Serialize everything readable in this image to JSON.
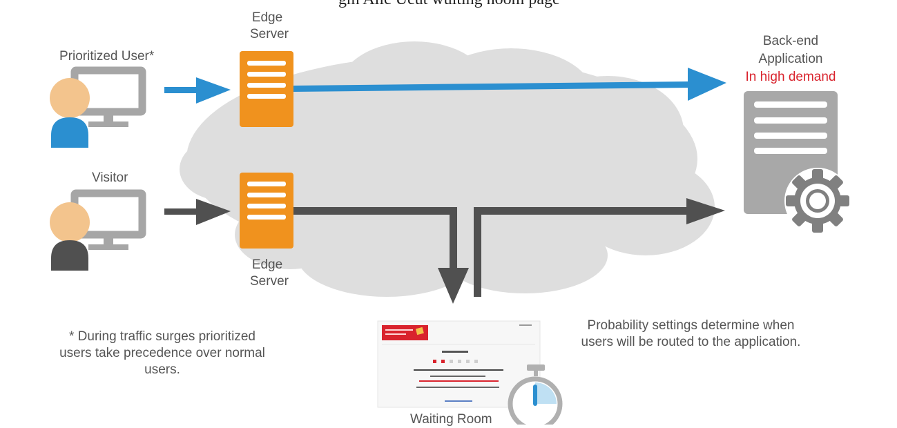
{
  "header": {
    "title": "gm Allc Ucut wuiting noom page"
  },
  "labels": {
    "edge_server_top": "Edge\nServer",
    "edge_server_bottom": "Edge\nServer",
    "prioritized_user": "Prioritized User*",
    "visitor": "Visitor",
    "backend_line1": "Back-end",
    "backend_line2": "Application",
    "backend_status": "In high demand",
    "waiting_room": "Waiting Room"
  },
  "notes": {
    "priority_note": "* During traffic surges prioritized users take precedence over normal users.",
    "probability_note": "Probability settings determine when users will be routed to the application."
  },
  "colors": {
    "blue": "#2b8fd0",
    "dark": "#555555",
    "orange": "#f0921e",
    "cloud": "#dcdcdc",
    "red": "#d9232d",
    "skin": "#f3c48d",
    "server_grey": "#a8a8a8"
  },
  "icons": [
    "monitor-icon",
    "user-icon",
    "server-icon",
    "gear-icon",
    "stopwatch-icon",
    "cloud-icon"
  ]
}
